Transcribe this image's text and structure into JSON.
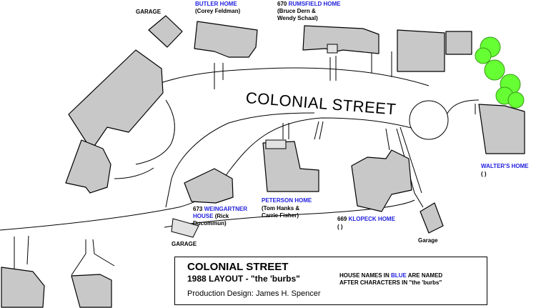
{
  "street_title": "COLONIAL STREET",
  "labels": {
    "garage_top": "GARAGE",
    "butler_name": "BUTLER HOME",
    "butler_actor": "(Corey Feldman)",
    "rumsfield_number": "670",
    "rumsfield_name": "RUMSFIELD HOME",
    "rumsfield_actors_1": "(Bruce Dern &",
    "rumsfield_actors_2": "Wendy Schaal)",
    "walters_name": "WALTER'S HOME",
    "walters_actor": "( )",
    "peterson_name": "PETERSON HOME",
    "peterson_actors_1": "(Tom Hanks &",
    "peterson_actors_2": "Carrie Fisher)",
    "weingartner_number": "673",
    "weingartner_name_1": "WEINGARTNER",
    "weingartner_name_2": "HOUSE",
    "weingartner_actor_1": "(Rick",
    "weingartner_actor_2": "Ducommun)",
    "klopeck_number": "669",
    "klopeck_name": "KLOPECK HOME",
    "klopeck_actor": "( )",
    "garage_right": "Garage",
    "garage_bottom": "GARAGE"
  },
  "legend": {
    "title": "COLONIAL STREET",
    "subtitle": "1988 LAYOUT - \"the 'burbs\"",
    "credit": "Production Design: James H. Spencer",
    "note_1": "HOUSE NAMES IN",
    "note_blue": "BLUE",
    "note_2": "ARE NAMED",
    "note_3": "AFTER CHARACTERS IN \"the 'burbs\""
  },
  "colors": {
    "house_fill": "#c8c8c8",
    "tree_fill": "#66ff33",
    "character_name": "#2222e0"
  }
}
